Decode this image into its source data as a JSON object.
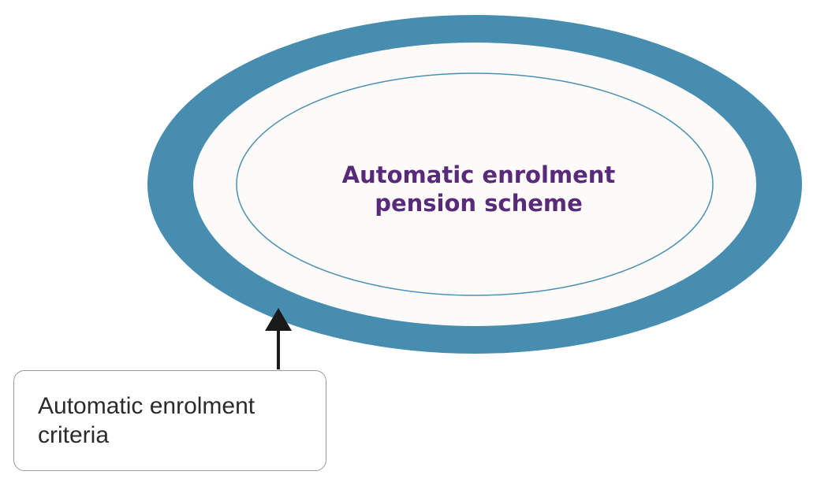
{
  "scheme": {
    "title_line1": "Automatic enrolment",
    "title_line2": "pension scheme"
  },
  "criteria": {
    "label_line1": "Automatic enrolment",
    "label_line2": "criteria"
  },
  "colors": {
    "outer_ring": "#478daf",
    "inner_fill": "#fcfbf9",
    "inner_outline": "#4e8fb2",
    "title_text": "#5a2a7a",
    "arrow": "#1a1a1a",
    "box_border": "#9a9a9a"
  }
}
